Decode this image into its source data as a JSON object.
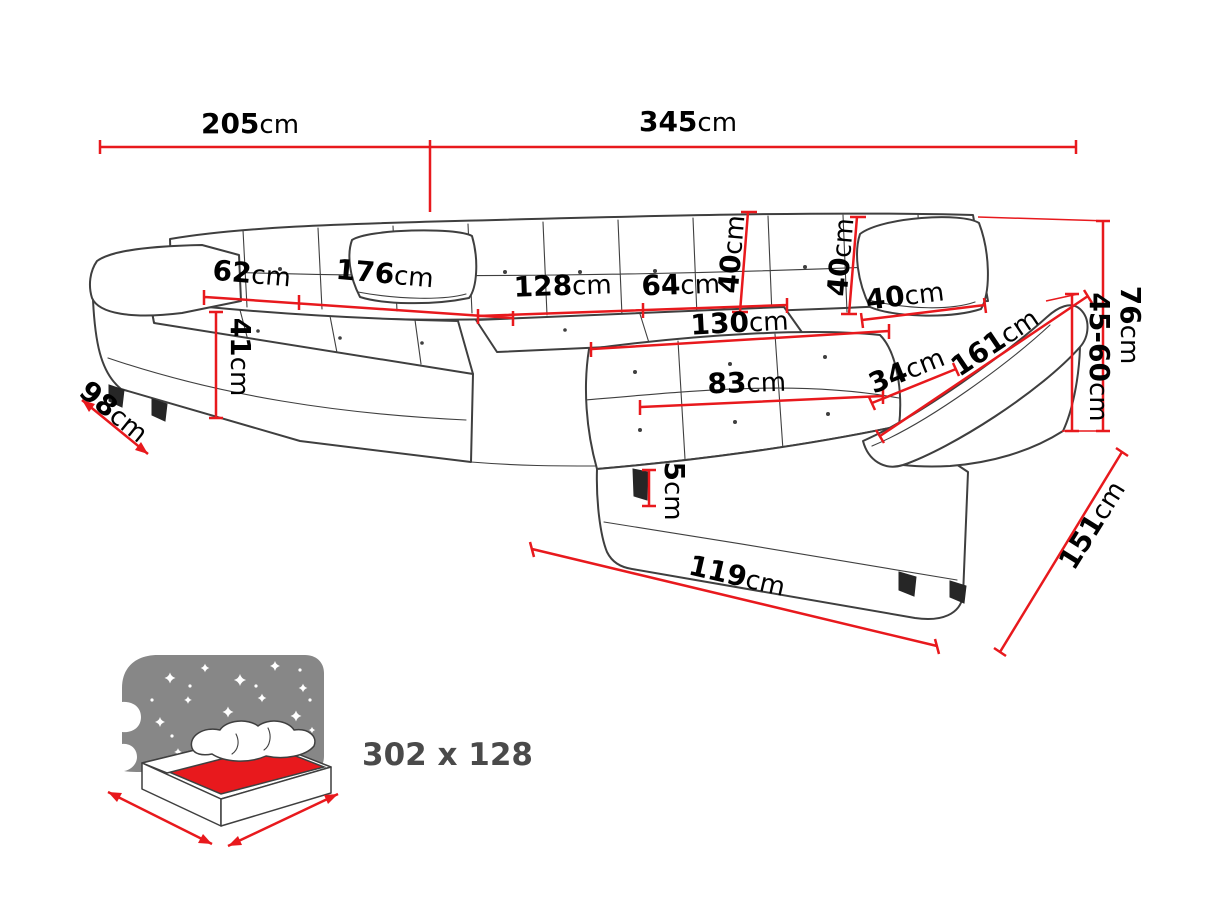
{
  "dimensions": {
    "width_left": {
      "value": "205",
      "unit": "cm"
    },
    "width_right": {
      "value": "345",
      "unit": "cm"
    },
    "armrest_top_depth": {
      "value": "62",
      "unit": "cm"
    },
    "left_seat_length": {
      "value": "176",
      "unit": "cm"
    },
    "back_seat_width": {
      "value": "128",
      "unit": "cm"
    },
    "corner_seat_width": {
      "value": "64",
      "unit": "cm"
    },
    "backrest_height": {
      "value": "40",
      "unit": "cm"
    },
    "cushion_height": {
      "value": "40",
      "unit": "cm"
    },
    "cushion_width": {
      "value": "40",
      "unit": "cm"
    },
    "seat_height": {
      "value": "41",
      "unit": "cm"
    },
    "armrest_side_depth": {
      "value": "98",
      "unit": "cm"
    },
    "chaise_length": {
      "value": "130",
      "unit": "cm"
    },
    "chaise_seat_width": {
      "value": "83",
      "unit": "cm"
    },
    "armrest_width": {
      "value": "34",
      "unit": "cm"
    },
    "side_length": {
      "value": "161",
      "unit": "cm"
    },
    "total_height": {
      "value": "76",
      "unit": "cm"
    },
    "armrest_height": {
      "value": "45-60",
      "unit": "cm"
    },
    "leg_height": {
      "value": "5",
      "unit": "cm"
    },
    "front_width": {
      "value": "119",
      "unit": "cm"
    },
    "side_depth": {
      "value": "151",
      "unit": "cm"
    }
  },
  "sleeping_area": {
    "size_label": "302 x 128"
  },
  "colors": {
    "dimension_line": "#e8191d",
    "label_text": "#000000",
    "icon_gray": "#878787",
    "sleeping_text": "#4a4a4a",
    "outline": "#3f3f3f"
  }
}
